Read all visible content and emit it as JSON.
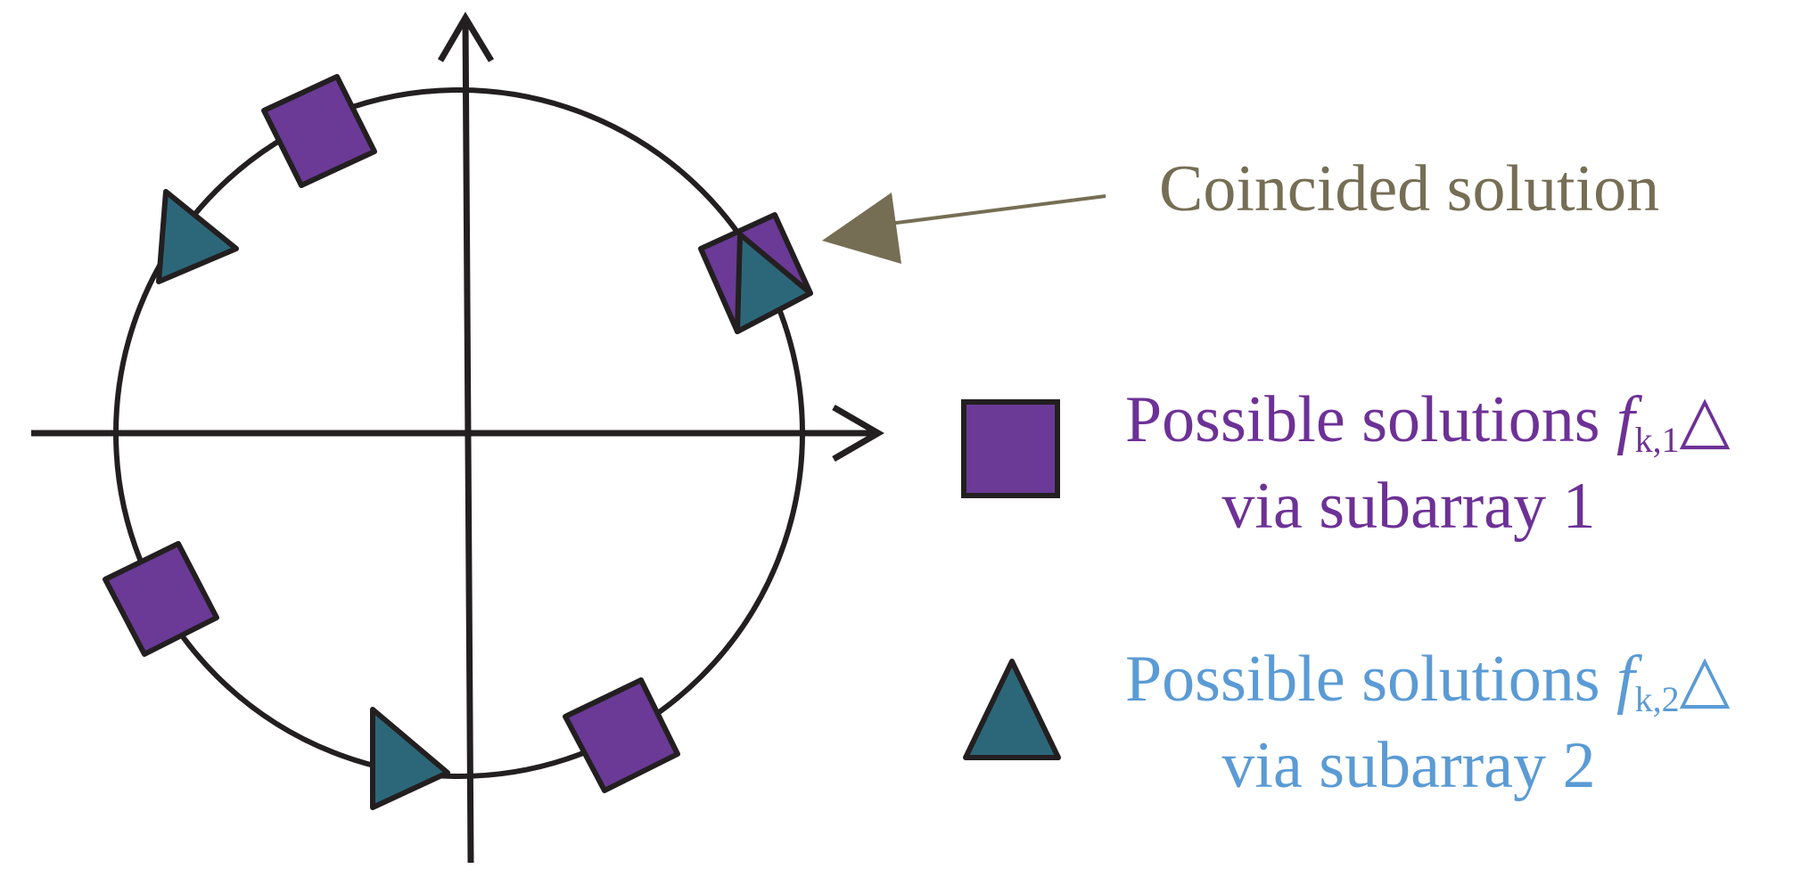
{
  "annotation": {
    "coincided_label": "Coincided solution"
  },
  "legend": {
    "items": [
      {
        "key": "subarray1",
        "shape": "square",
        "line1_prefix": "Possible solutions ",
        "symbol": "f",
        "subscript": "k,1",
        "suffix": "△",
        "line2": "via subarray 1"
      },
      {
        "key": "subarray2",
        "shape": "triangle",
        "line1_prefix": "Possible solutions ",
        "symbol": "f",
        "subscript": "k,2",
        "suffix": "△",
        "line2": "via subarray 2"
      }
    ]
  },
  "colors": {
    "subarray1": "#6a3a96",
    "subarray2": "#2c6779",
    "subarray1_text": "#6d3196",
    "subarray2_text": "#5b9bd5",
    "annotation": "#766e54",
    "stroke": "#231f20"
  }
}
